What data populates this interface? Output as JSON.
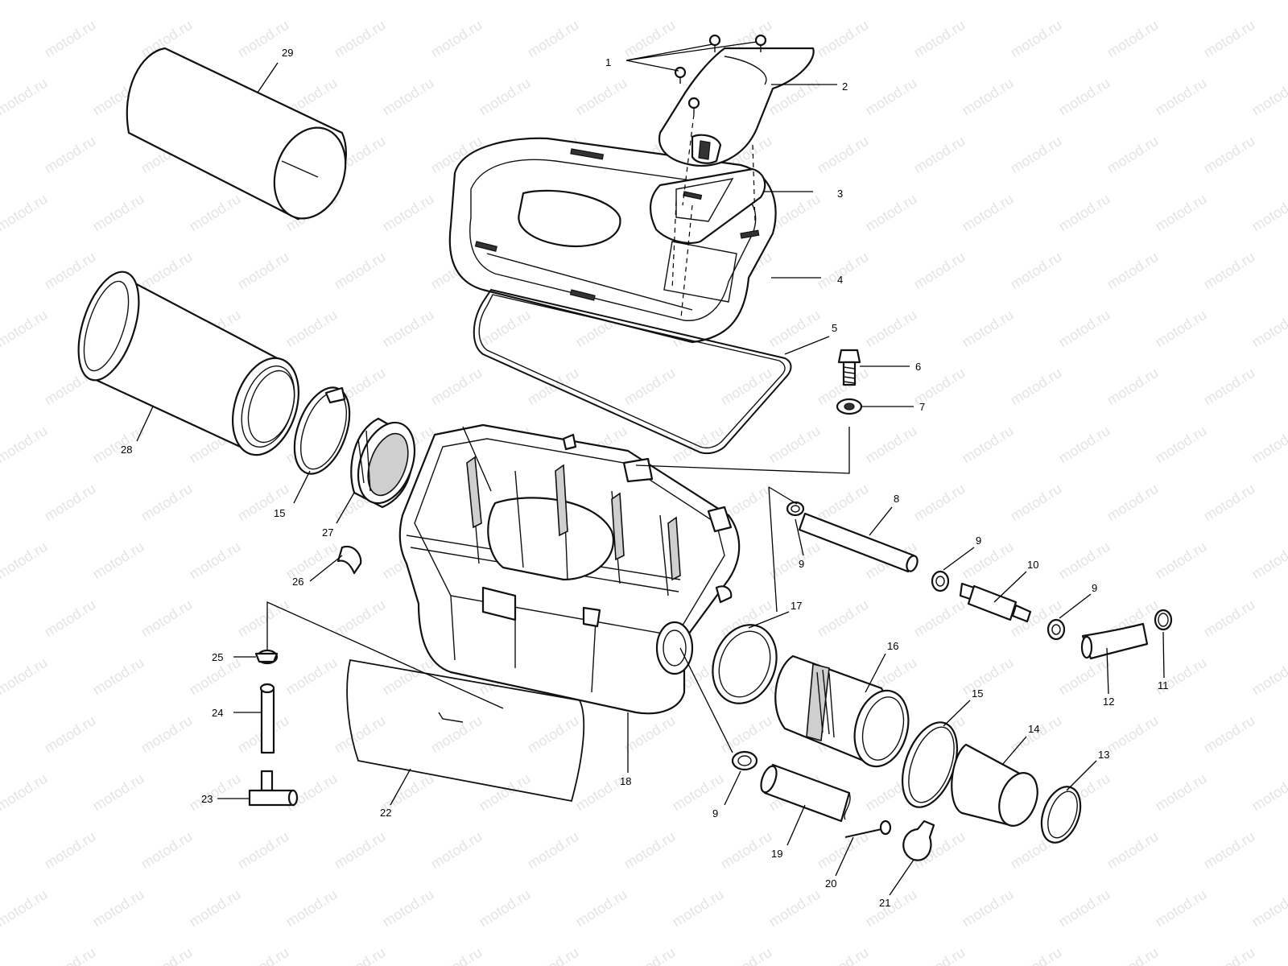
{
  "watermark": "motod.ru",
  "callouts": [
    {
      "n": "1",
      "name": "fasteners-screws"
    },
    {
      "n": "2",
      "name": "intake-duct"
    },
    {
      "n": "3",
      "name": "duct-gasket"
    },
    {
      "n": "4",
      "name": "airbox-cover"
    },
    {
      "n": "5",
      "name": "cover-seal"
    },
    {
      "n": "6",
      "name": "bolt"
    },
    {
      "n": "7",
      "name": "washer"
    },
    {
      "n": "8",
      "name": "breather-hose"
    },
    {
      "n": "9a",
      "label": "9",
      "name": "hose-clamp-upper"
    },
    {
      "n": "9b",
      "label": "9",
      "name": "hose-clamp-mid"
    },
    {
      "n": "9c",
      "label": "9",
      "name": "hose-clamp-right"
    },
    {
      "n": "9d",
      "label": "9",
      "name": "hose-clamp-lower"
    },
    {
      "n": "10",
      "name": "check-valve"
    },
    {
      "n": "11",
      "name": "small-clamp"
    },
    {
      "n": "12",
      "name": "drain-tube"
    },
    {
      "n": "13",
      "name": "band-clamp"
    },
    {
      "n": "14",
      "name": "intake-boot"
    },
    {
      "n": "15a",
      "label": "15",
      "name": "clamp-ring-right"
    },
    {
      "n": "15b",
      "label": "15",
      "name": "clamp-ring-left"
    },
    {
      "n": "16",
      "name": "outlet-adapter"
    },
    {
      "n": "17",
      "name": "o-ring-seal"
    },
    {
      "n": "18",
      "name": "airbox-housing"
    },
    {
      "n": "19",
      "name": "drain-hose"
    },
    {
      "n": "20",
      "name": "screw"
    },
    {
      "n": "21",
      "name": "p-clip"
    },
    {
      "n": "22",
      "name": "heat-shield"
    },
    {
      "n": "23",
      "name": "tee-fitting"
    },
    {
      "n": "24",
      "name": "short-tube"
    },
    {
      "n": "25",
      "name": "clamp"
    },
    {
      "n": "26",
      "name": "clip"
    },
    {
      "n": "27",
      "name": "filter-adapter-nut"
    },
    {
      "n": "28",
      "name": "air-filter-element"
    },
    {
      "n": "29",
      "name": "pre-filter-sleeve"
    }
  ]
}
